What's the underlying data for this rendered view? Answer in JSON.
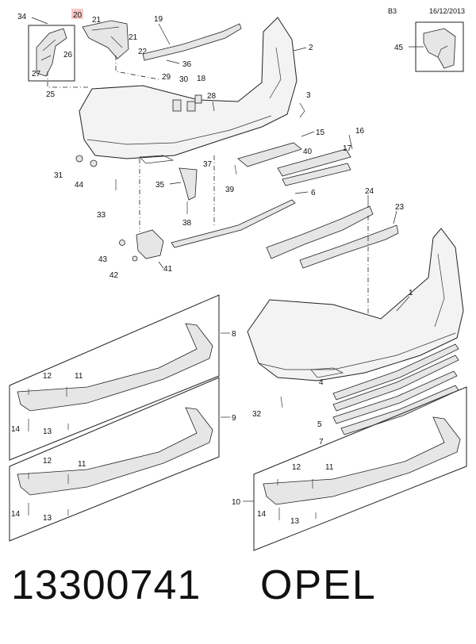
{
  "header": {
    "page_code": "B3",
    "date": "16/12/2013"
  },
  "callouts": {
    "c1": "1",
    "c2": "2",
    "c3": "3",
    "c4": "4",
    "c5": "5",
    "c6": "6",
    "c7": "7",
    "c8": "8",
    "c9": "9",
    "c10": "10",
    "c11a": "11",
    "c11b": "11",
    "c11c": "11",
    "c12a": "12",
    "c12b": "12",
    "c12c": "12",
    "c13a": "13",
    "c13b": "13",
    "c13c": "13",
    "c14a": "14",
    "c14b": "14",
    "c14c": "14",
    "c15": "15",
    "c16": "16",
    "c17": "17",
    "c18": "18",
    "c19": "19",
    "c20": "20",
    "c21a": "21",
    "c21b": "21",
    "c22": "22",
    "c23": "23",
    "c24": "24",
    "c25": "25",
    "c26": "26",
    "c27": "27",
    "c28": "28",
    "c29": "29",
    "c30": "30",
    "c31": "31",
    "c32": "32",
    "c33": "33",
    "c34": "34",
    "c35": "35",
    "c36": "36",
    "c37": "37",
    "c38": "38",
    "c39": "39",
    "c40": "40",
    "c41": "41",
    "c42": "42",
    "c43": "43",
    "c44": "44",
    "c45": "45"
  },
  "footer": {
    "part_number": "13300741",
    "brand": "OPEL"
  }
}
